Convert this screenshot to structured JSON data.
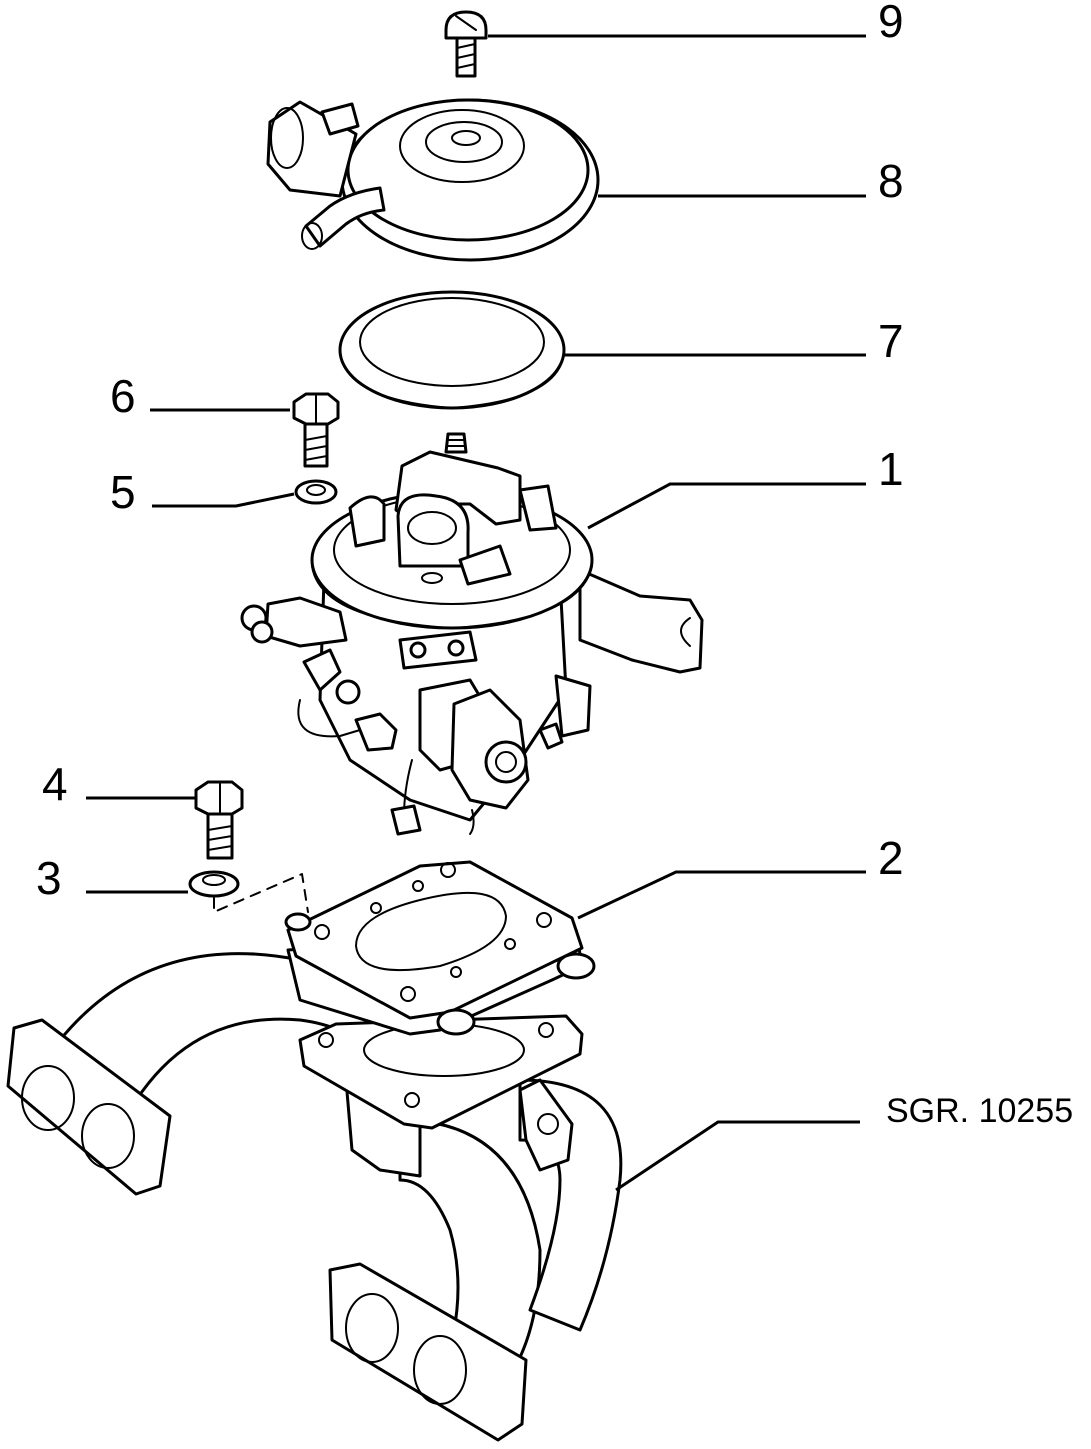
{
  "diagram": {
    "reference_code": "SGR. 10255",
    "callouts": [
      "1",
      "2",
      "3",
      "4",
      "5",
      "6",
      "7",
      "8",
      "9"
    ],
    "parts": [
      "screw",
      "air-filter-cover",
      "sealing-ring",
      "bolt",
      "washer",
      "throttle-body",
      "bolt",
      "washer",
      "spacer-flange",
      "intake-manifold"
    ]
  }
}
